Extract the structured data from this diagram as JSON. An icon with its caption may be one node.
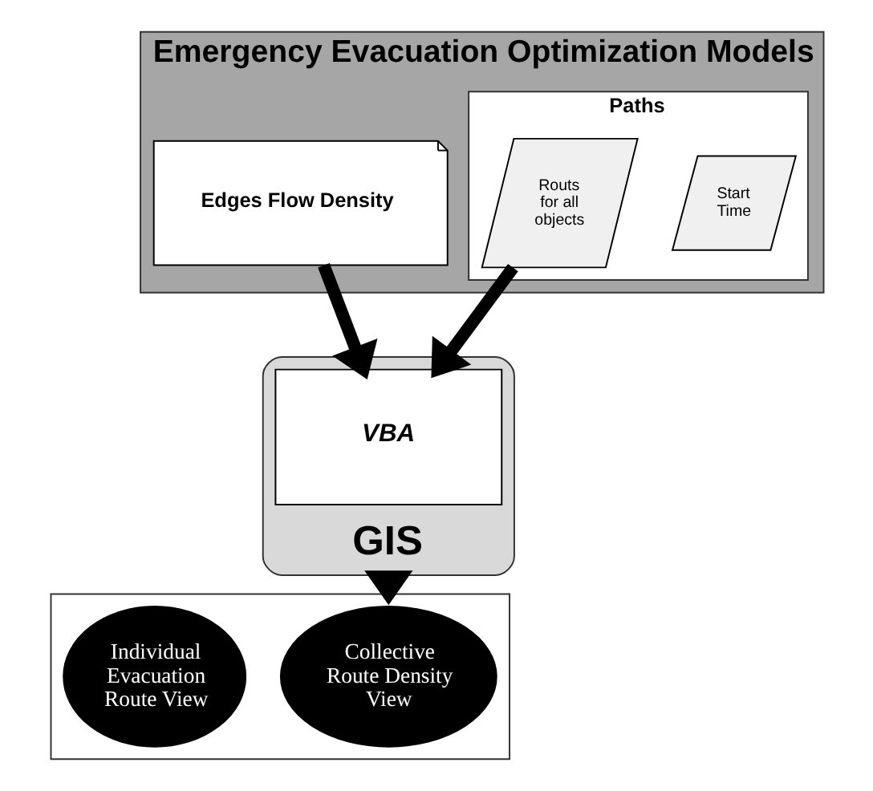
{
  "diagram": {
    "nodes": [
      {
        "text": [
          "Emergency Evacuation Optimization Models"
        ]
      },
      {
        "text": [
          "Paths"
        ],
        "in": 0
      },
      {
        "text": [
          "Routs for all objects"
        ],
        "in": 1
      },
      {
        "text": [
          "Start Time"
        ],
        "in": 1
      },
      {
        "text": [
          "Edges Flow Density"
        ],
        "in": 0
      },
      {
        "text": [
          "GIS"
        ]
      },
      {
        "text": [
          "VBA"
        ],
        "in": 5
      },
      {
        "text": [],
        "shape": "box"
      },
      {
        "text": [
          "Individual Evacuation Route View"
        ],
        "in": 7
      },
      {
        "text": [
          "Collective Route Density View"
        ],
        "in": 7
      }
    ],
    "edges": [
      {
        "from": 2,
        "to": 6,
        "arrow": "to"
      },
      {
        "from": 4,
        "to": 6,
        "arrow": "to"
      },
      {
        "from": 5,
        "to": 7,
        "arrow": "to"
      }
    ]
  }
}
